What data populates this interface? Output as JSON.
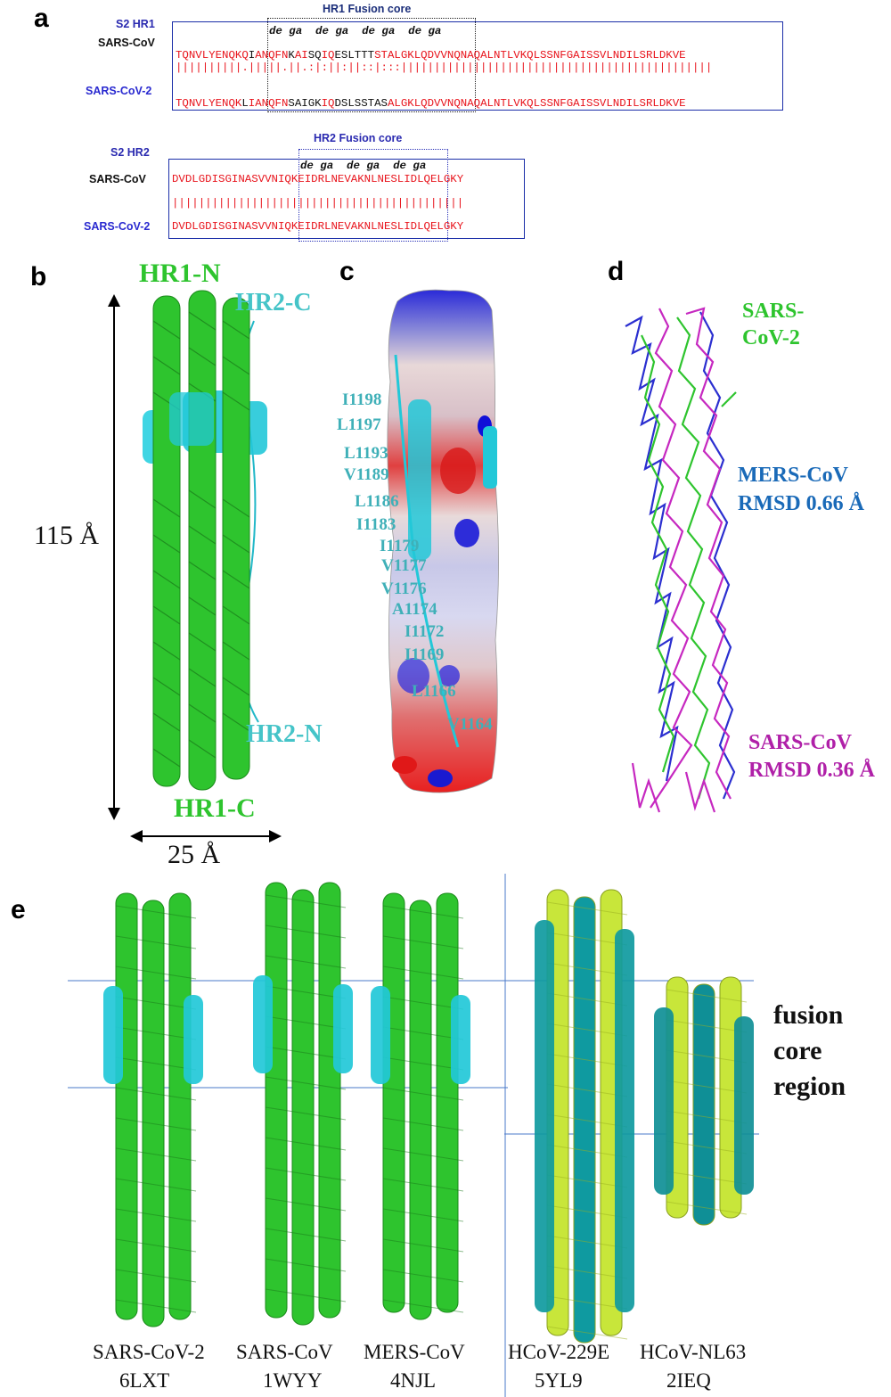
{
  "panels": {
    "a": "a",
    "b": "b",
    "c": "c",
    "d": "d",
    "e": "e"
  },
  "hr1": {
    "title": "S2 HR1",
    "core_label": "HR1 Fusion core",
    "heptad": "de ga  de ga  de ga  de ga",
    "row1_name": "SARS-CoV",
    "row2_name": "SARS-CoV-2",
    "row1_seq_a": "TQNVLYENQKQ",
    "row1_seq_b": "I",
    "row1_seq_c": "ANQFN",
    "row1_seq_d": "K",
    "row1_seq_e": "AI",
    "row1_seq_f": "SQ",
    "row1_seq_g": "IQ",
    "row1_seq_h": "ESLTTT",
    "row1_seq_i": "STALGKLQDVVNQNAQALNTLVKQLSSNFGAISSVLNDILSRLDKVE",
    "match": "||||||||||.|||||.||.:|:||:||::|:::|||||||||||||||||||||||||||||||||||||||||||||||",
    "row2_seq_a": "TQNVLYENQK",
    "row2_seq_b": "L",
    "row2_seq_c": "IANQFN",
    "row2_seq_d": "SAI",
    "row2_seq_e": "GK",
    "row2_seq_f": "IQ",
    "row2_seq_g": "DSLSSTAS",
    "row2_seq_h": "ALGKLQDVVNQNAQALNTLVKQLSSNFGAISSVLNDILSRLDKVE"
  },
  "hr2": {
    "title": "S2 HR2",
    "core_label": "HR2 Fusion core",
    "heptad": "de ga  de ga  de ga",
    "row1_name": "SARS-CoV",
    "row2_name": "SARS-CoV-2",
    "row1_seq": "DVDLGDISGINASVVNIQKEIDRLNEVAKNLNESLIDLQELGKY",
    "match": "||||||||||||||||||||||||||||||||||||||||||||",
    "row2_seq": "DVDLGDISGINASVVNIQKEIDRLNEVAKNLNESLIDLQELGKY"
  },
  "panel_b": {
    "hr1n": "HR1-N",
    "hr2c": "HR2-C",
    "hr2n": "HR2-N",
    "hr1c": "HR1-C",
    "length": "115 Å",
    "width": "25 Å"
  },
  "panel_c": {
    "residues": [
      "I1198",
      "L1197",
      "L1193",
      "V1189",
      "L1186",
      "I1183",
      "I1179",
      "V1177",
      "V1176",
      "A1174",
      "I1172",
      "I1169",
      "L1166",
      "V1164"
    ]
  },
  "panel_d": {
    "sars2": "SARS-\nCoV-2",
    "sars2_l1": "SARS-",
    "sars2_l2": "CoV-2",
    "mers_l1": "MERS-CoV",
    "mers_l2": "RMSD 0.66 Å",
    "sars_l1": "SARS-CoV",
    "sars_l2": "RMSD 0.36 Å"
  },
  "panel_e": {
    "fusion_l1": "fusion",
    "fusion_l2": "core",
    "fusion_l3": "region",
    "structures": [
      {
        "name": "SARS-CoV-2",
        "pdb": "6LXT"
      },
      {
        "name": "SARS-CoV",
        "pdb": "1WYY"
      },
      {
        "name": "MERS-CoV",
        "pdb": "4NJL"
      },
      {
        "name": "HCoV-229E",
        "pdb": "5YL9"
      },
      {
        "name": "HCoV-NL63",
        "pdb": "2IEQ"
      }
    ]
  },
  "colors": {
    "green": "#2ec42e",
    "cyan": "#22c8d8",
    "teal": "#0f8f96",
    "lime": "#c8e63a",
    "blue": "#2b2fd0",
    "magenta": "#c628c0",
    "red_seq": "#e8141c",
    "navy": "#1b2ea8"
  }
}
